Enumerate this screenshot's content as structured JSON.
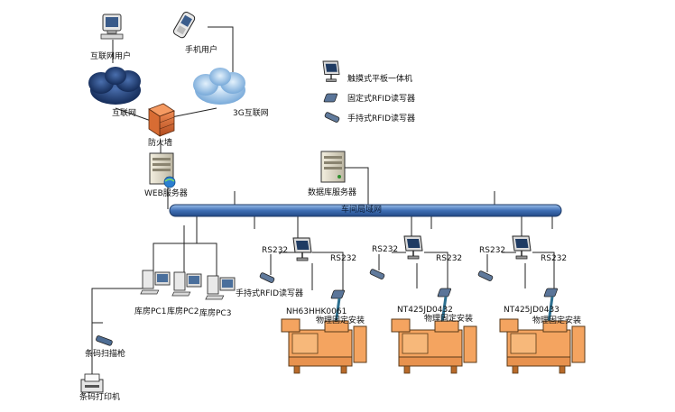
{
  "network": {
    "internet_user": "互联网用户",
    "mobile_user": "手机用户",
    "internet": "互联网",
    "mobile_net": "3G互联网",
    "firewall": "防火墙",
    "web_server": "WEB服务器",
    "db_server": "数据库服务器",
    "workshop_lan": "车间局域网"
  },
  "legend": {
    "touch_panel": "触摸式平板一体机",
    "fixed_rfid": "固定式RFID读写器",
    "handheld_rfid": "手持式RFID读写器"
  },
  "warehouse": {
    "pc1": "库房PC1",
    "pc2": "库房PC2",
    "pc3": "库房PC3",
    "scanner": "条码扫描枪",
    "printer": "条码打印机"
  },
  "stations": [
    {
      "rs232_left": "RS232",
      "rs232_right": "RS232",
      "machine_id": "NH63HHK0061",
      "mount_note": "物理固定安装",
      "handheld_label": "手持式RFID读写器"
    },
    {
      "rs232_left": "RS232",
      "rs232_right": "RS232",
      "machine_id": "NT425JD0432",
      "mount_note": "物理固定安装"
    },
    {
      "rs232_left": "RS232",
      "rs232_right": "RS232",
      "machine_id": "NT425JD0433",
      "mount_note": "物理固定安装"
    }
  ],
  "colors": {
    "bus_fill": "#3f6fb5",
    "cloud_dark": "#1e3f7a",
    "cloud_light": "#8fbce6",
    "machine": "#f4a460",
    "firewall": "#d2691e"
  }
}
